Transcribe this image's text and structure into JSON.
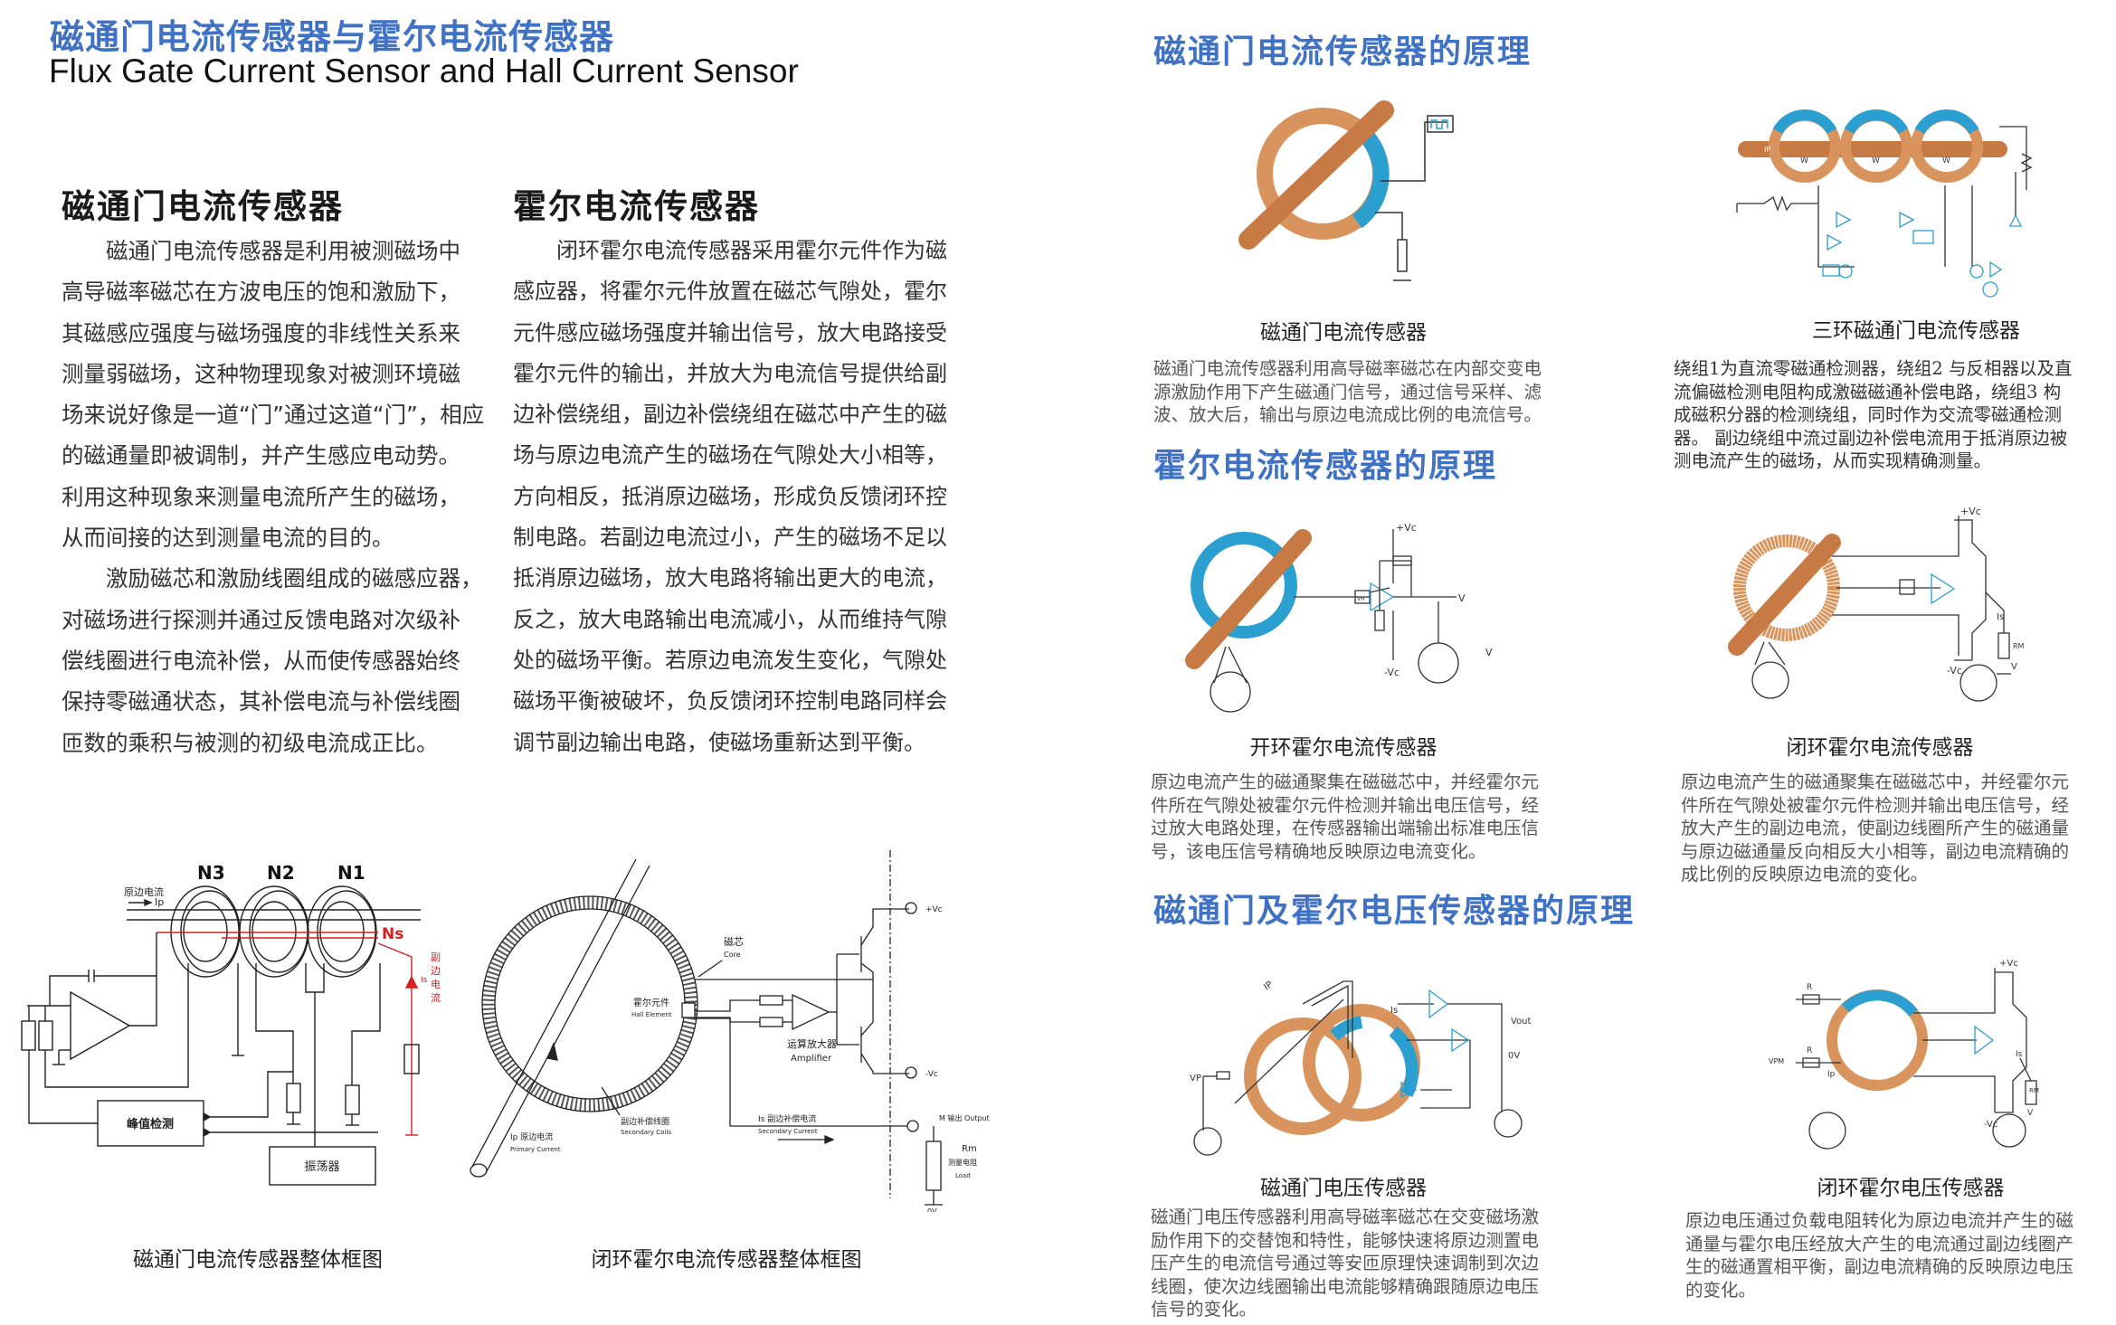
{
  "header": {
    "title_cn": "磁通门电流传感器与霍尔电流传感器",
    "title_en": "Flux Gate Current Sensor and Hall Current Sensor"
  },
  "left": {
    "fluxgate": {
      "heading": "磁通门电流传感器",
      "lines": [
        "　　磁通门电流传感器是利用被测磁场中",
        "高导磁率磁芯在方波电压的饱和激励下，",
        "其磁感应强度与磁场强度的非线性关系来",
        "测量弱磁场，这种物理现象对被测环境磁",
        "场来说好像是一道“门”通过这道“门”，相应",
        "的磁通量即被调制，并产生感应电动势。",
        "利用这种现象来测量电流所产生的磁场，",
        "从而间接的达到测量电流的目的。",
        "　　激励磁芯和激励线圈组成的磁感应器，",
        "对磁场进行探测并通过反馈电路对次级补",
        "偿线圈进行电流补偿，从而使传感器始终",
        "保持零磁通状态，其补偿电流与补偿线圈",
        "匝数的乘积与被测的初级电流成正比。"
      ]
    },
    "hall": {
      "heading": "霍尔电流传感器",
      "lines": [
        "　　闭环霍尔电流传感器采用霍尔元件作为磁",
        "感应器，将霍尔元件放置在磁芯气隙处，霍尔",
        "元件感应磁场强度并输出信号，放大电路接受",
        "霍尔元件的输出，并放大为电流信号提供给副",
        "边补偿绕组，副边补偿绕组在磁芯中产生的磁",
        "场与原边电流产生的磁场在气隙处大小相等，",
        "方向相反，抵消原边磁场，形成负反馈闭环控",
        "制电路。若副边电流过小，产生的磁场不足以",
        "抵消原边磁场，放大电路将输出更大的电流，",
        "反之，放大电路输出电流减小，从而维持气隙",
        "处的磁场平衡。若原边电流发生变化，气隙处",
        "磁场平衡被破坏，负反馈闭环控制电路同样会",
        "调节副边输出电路，使磁场重新达到平衡。"
      ]
    },
    "diagram1": {
      "caption": "磁通门电流传感器整体框图",
      "n3": "N3",
      "n2": "N2",
      "n1": "N1",
      "ns": "Ns",
      "primary": "原边电流",
      "ip": "Ip",
      "is": "Is",
      "secondary": [
        "副",
        "边",
        "电",
        "流"
      ],
      "peak": "峰值检测",
      "osc": "振荡器"
    },
    "diagram2": {
      "caption": "闭环霍尔电流传感器整体框图",
      "core_cn": "磁芯",
      "core_en": "Core",
      "hall_cn": "霍尔元件",
      "hall_en": "Hall Element",
      "amp_cn": "运算放大器",
      "amp_en": "Amplifier",
      "vcp": "+Vc",
      "vcm": "-Vc",
      "output": "M 输出 Output",
      "rm": "Rm",
      "rm_cn": "测量电阻",
      "rm_en": "Load",
      "ov": "0V",
      "coils_cn": "副边补偿线圈",
      "coils_en": "Secondary Coils",
      "is_cn": "Is 副边补偿电流",
      "is_en": "Secondary Current",
      "ip_cn": "Ip 原边电流",
      "ip_en": "Primary Current"
    }
  },
  "right": {
    "fluxgate_principle": {
      "heading": "磁通门电流传感器的原理",
      "item1": {
        "caption": "磁通门电流传感器",
        "lines": [
          "磁通门电流传感器利用高导磁率磁芯在内部交变电",
          "源激励作用下产生磁通门信号，通过信号采样、滤",
          "波、放大后，输出与原边电流成比例的电流信号。"
        ]
      },
      "item2": {
        "caption": "三环磁通门电流传感器",
        "labels": {
          "w": "W",
          "ip": "IP"
        },
        "lines": [
          "绕组1为直流零磁通检测器，绕组2 与反相器以及直",
          "流偏磁检测电阻构成激磁磁通补偿电路，绕组3 构",
          "成磁积分器的检测绕组，同时作为交流零磁通检测",
          "器。 副边绕组中流过副边补偿电流用于抵消原边被",
          "测电流产生的磁场，从而实现精确测量。"
        ]
      }
    },
    "hall_principle": {
      "heading": "霍尔电流传感器的原理",
      "item1": {
        "caption": "开环霍尔电流传感器",
        "labels": {
          "vcp": "+Vc",
          "vcm": "-Vc",
          "v": "V",
          "vh": "VH"
        },
        "lines": [
          "原边电流产生的磁通聚集在磁磁芯中，并经霍尔元",
          "件所在气隙处被霍尔元件检测并输出电压信号，经",
          "过放大电路处理，在传感器输出端输出标准电压信",
          "号，该电压信号精确地反映原边电流变化。"
        ]
      },
      "item2": {
        "caption": "闭环霍尔电流传感器",
        "labels": {
          "vcp": "+Vc",
          "vcm": "-Vc",
          "is": "Is",
          "rm": "RM",
          "v": "V"
        },
        "lines": [
          "原边电流产生的磁通聚集在磁磁芯中，并经霍尔元",
          "件所在气隙处被霍尔元件检测并输出电压信号，经",
          "放大产生的副边电流，使副边线圈所产生的磁通量",
          "与原边磁通量反向相反大小相等，副边电流精确的",
          "成比例的反映原边电流的变化。"
        ]
      }
    },
    "voltage_principle": {
      "heading": "磁通门及霍尔电压传感器的原理",
      "item1": {
        "caption": "磁通门电压传感器",
        "labels": {
          "ip": "IP",
          "vp": "VP",
          "is": "Is",
          "vout": "Vout",
          "ov": "0V"
        },
        "lines": [
          "磁通门电压传感器利用高导磁率磁芯在交变磁场激",
          "励作用下的交替饱和特性，能够快速将原边测置电",
          "压产生的电流信号通过等安匝原理快速调制到次边",
          "线圈，使次边线圈输出电流能够精确跟随原边电压",
          "信号的变化。"
        ]
      },
      "item2": {
        "caption": "闭环霍尔电压传感器",
        "labels": {
          "r": "R",
          "vpm": "VPM",
          "ip": "Ip",
          "vcp": "+Vc",
          "vcm": "-Vc",
          "is": "Is",
          "rm": "RM",
          "v": "V"
        },
        "lines": [
          "原边电压通过负载电阻转化为原边电流并产生的磁",
          "通量与霍尔电压经放大产生的电流通过副边线圈产",
          "生的磁通置相平衡，副边电流精确的反映原边电压",
          "的变化。"
        ]
      }
    }
  },
  "colors": {
    "accent": "#3f72c4",
    "ring": "#d9935c",
    "ring_blue": "#2a9fd0",
    "red": "#d42020"
  }
}
